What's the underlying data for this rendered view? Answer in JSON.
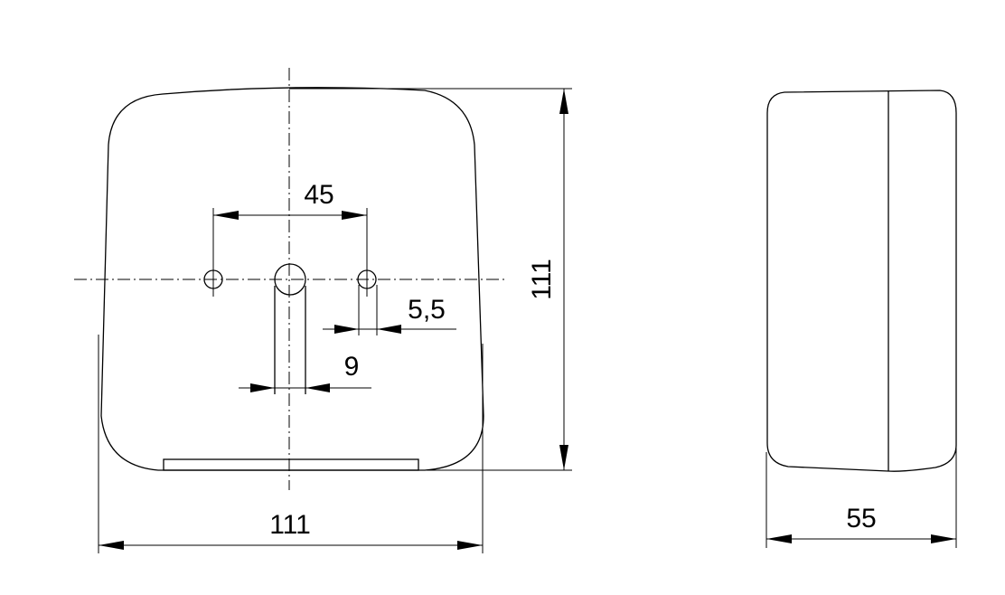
{
  "front_view": {
    "dim_hole_spacing": "45",
    "dim_small_hole": "5,5",
    "dim_slot_width": "9",
    "dim_width": "111",
    "dim_height": "111"
  },
  "side_view": {
    "dim_depth": "55"
  }
}
